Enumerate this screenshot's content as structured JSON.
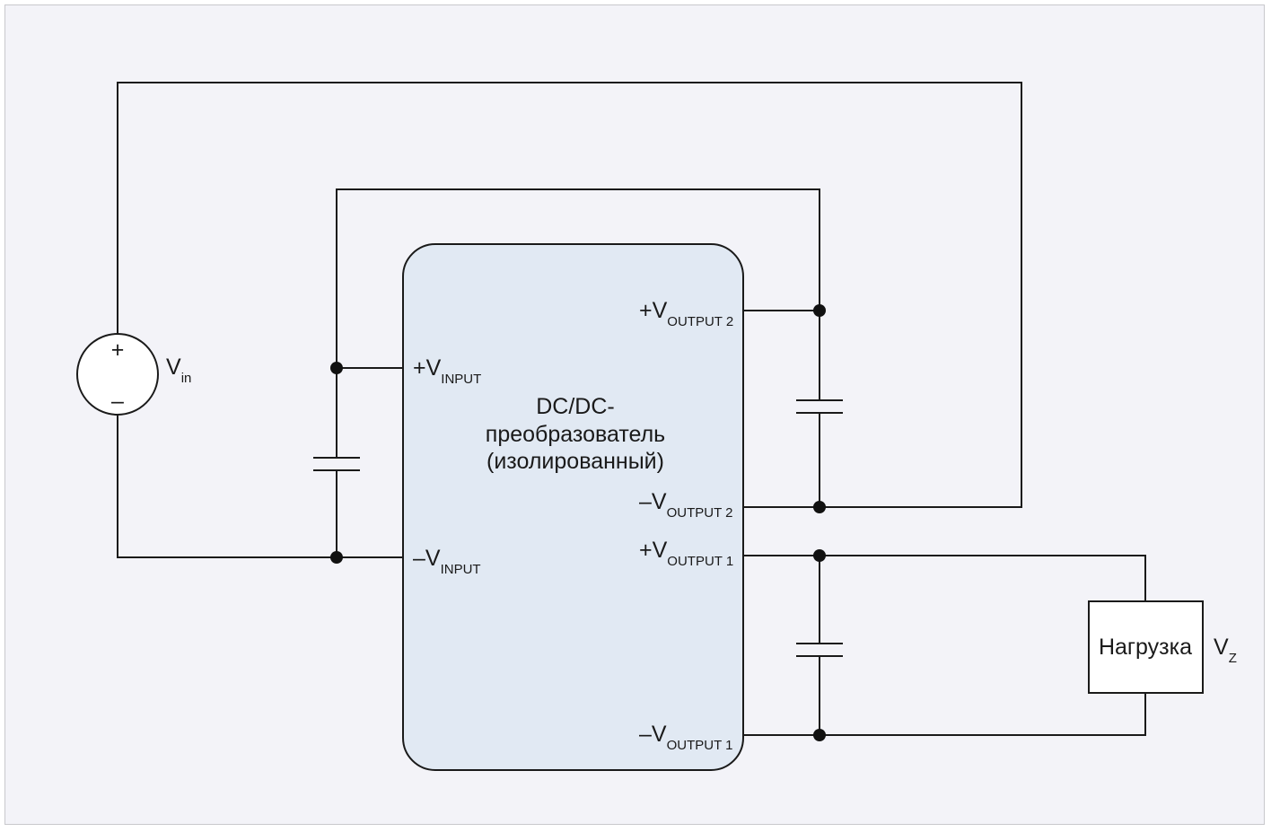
{
  "source": {
    "plus": "+",
    "minus": "–",
    "label": "V",
    "label_sub": "in"
  },
  "converter": {
    "title_lines": [
      "DC/DC-",
      "преобразователь",
      "(изолированный)"
    ]
  },
  "pins": {
    "vin_plus": {
      "prefix": "+V",
      "sub": "INPUT"
    },
    "vin_minus": {
      "prefix": "–V",
      "sub": "INPUT"
    },
    "out2_plus": {
      "prefix": "+V",
      "sub": "OUTPUT 2"
    },
    "out2_minus": {
      "prefix": "–V",
      "sub": "OUTPUT 2"
    },
    "out1_plus": {
      "prefix": "+V",
      "sub": "OUTPUT 1"
    },
    "out1_minus": {
      "prefix": "–V",
      "sub": "OUTPUT 1"
    }
  },
  "load": {
    "label": "Нагрузка",
    "voltage": "V",
    "voltage_sub": "Z"
  },
  "colors": {
    "converter_fill": "#e1e9f3",
    "background": "#f3f3f8",
    "wire": "#1a1a1a"
  }
}
